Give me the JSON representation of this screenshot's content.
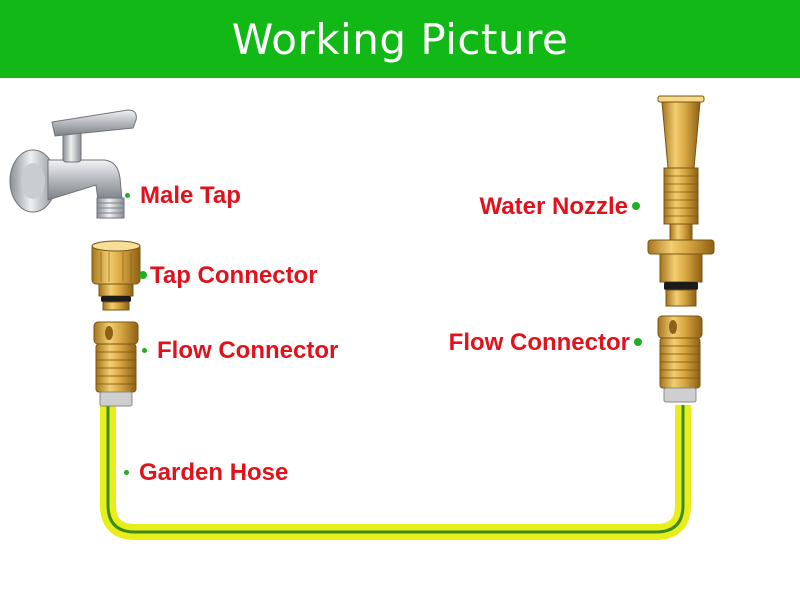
{
  "header": {
    "title": "Working Picture"
  },
  "colors": {
    "banner": "#12b816",
    "label_text": "#e0121b",
    "bullet": "#1fae22",
    "hose_yellow": "#e8ee1a",
    "hose_green": "#3c8a1c",
    "brass": "#d2a23a",
    "chrome": "#b9bcc0"
  },
  "labels": {
    "male_tap": "Male Tap",
    "tap_connector": "Tap Connector",
    "flow_connector_left": "Flow Connector",
    "garden_hose": "Garden Hose",
    "water_nozzle": "Water Nozzle",
    "flow_connector_right": "Flow Connector"
  },
  "icons": {
    "tap": "chrome-faucet-icon",
    "tap_connector": "brass-tap-connector-icon",
    "flow_connector": "brass-hose-connector-icon",
    "nozzle": "brass-spray-nozzle-icon",
    "hose": "garden-hose-icon",
    "bullet": "green-dot-icon"
  }
}
